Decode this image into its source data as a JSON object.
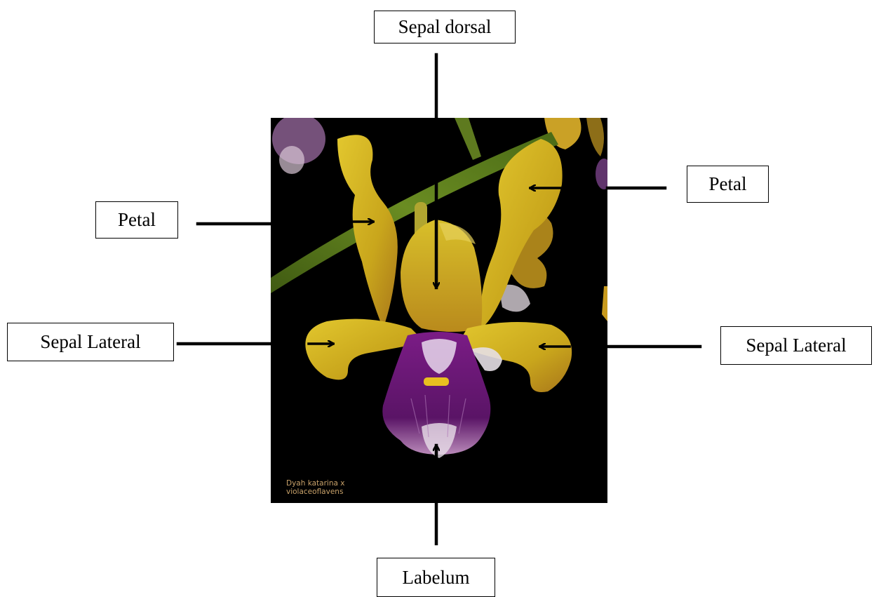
{
  "labels": {
    "sepal_dorsal": "Sepal dorsal",
    "petal_left": "Petal",
    "petal_right": "Petal",
    "sepal_lateral_left": "Sepal Lateral",
    "sepal_lateral_right": "Sepal Lateral",
    "labelum": "Labelum"
  },
  "photo": {
    "caption_line1": "Dyah katarina x",
    "caption_line2": "violaceoflavens",
    "colors": {
      "background": "#000000",
      "petal_yellow": "#c9b022",
      "labellum_purple": "#6a1a78",
      "stem_green": "#5a7a1a"
    }
  }
}
